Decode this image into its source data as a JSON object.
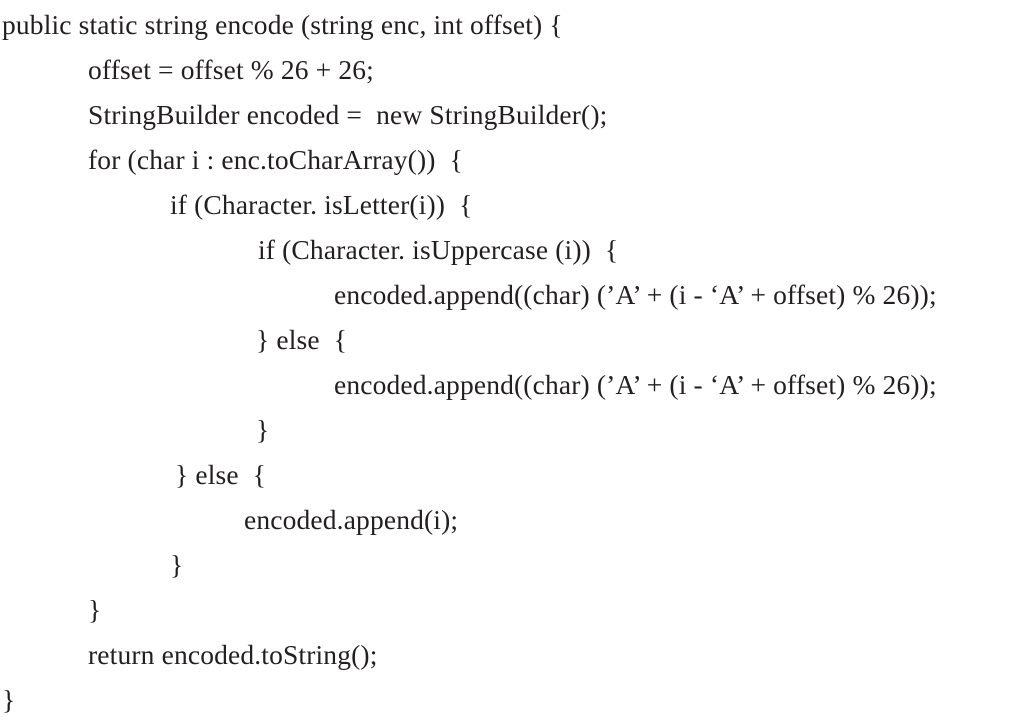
{
  "document": {
    "kind": "code-listing",
    "language": "Java",
    "background_color": "#ffffff",
    "text_color": "#231f20"
  },
  "code": {
    "lines": [
      {
        "indent": "ind-0",
        "text": "public static string encode (string enc, int offset) {"
      },
      {
        "indent": "ind-1",
        "text": "offset = offset % 26 + 26;"
      },
      {
        "indent": "ind-1",
        "text": "StringBuilder encoded =  new StringBuilder();"
      },
      {
        "indent": "ind-1",
        "text": "for (char i : enc.toCharArray())  {"
      },
      {
        "indent": "ind-2",
        "text": "if (Character. isLetter(i))  {"
      },
      {
        "indent": "ind-3",
        "text": "if (Character. isUppercase (i))  {"
      },
      {
        "indent": "ind-4",
        "text": "encoded.append((char) (’A’ + (i - ‘A’ + offset) % 26));"
      },
      {
        "indent": "ind-c3",
        "text": "} else  {"
      },
      {
        "indent": "ind-4",
        "text": "encoded.append((char) (’A’ + (i - ‘A’ + offset) % 26));"
      },
      {
        "indent": "ind-c3",
        "text": "}"
      },
      {
        "indent": "ind-c2",
        "text": "} else  {"
      },
      {
        "indent": "ind-e3",
        "text": "encoded.append(i);"
      },
      {
        "indent": "ind-c1",
        "text": "}"
      },
      {
        "indent": "ind-1",
        "text": "}"
      },
      {
        "indent": "ind-1",
        "text": "return encoded.toString();"
      },
      {
        "indent": "ind-0",
        "text": "}"
      }
    ]
  }
}
